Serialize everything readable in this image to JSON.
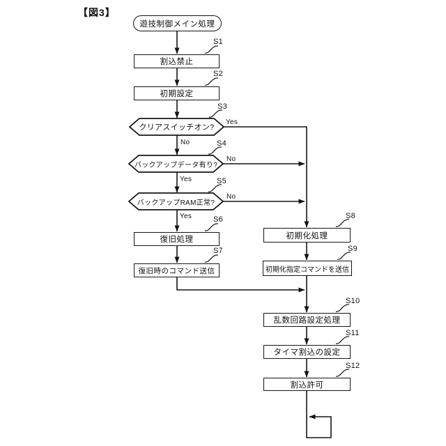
{
  "figure_label": "【図3】",
  "flowchart": {
    "start": "遊技制御メイン処理",
    "steps": {
      "s1": {
        "id": "S1",
        "label": "割込禁止"
      },
      "s2": {
        "id": "S2",
        "label": "初期設定"
      },
      "s3": {
        "id": "S3",
        "label": "クリアスイッチオン?"
      },
      "s4": {
        "id": "S4",
        "label": "バックアップデータ有り?"
      },
      "s5": {
        "id": "S5",
        "label": "バックアップRAM正常?"
      },
      "s6": {
        "id": "S6",
        "label": "復旧処理"
      },
      "s7": {
        "id": "S7",
        "label": "復旧時のコマンド送信"
      },
      "s8": {
        "id": "S8",
        "label": "初期化処理"
      },
      "s9": {
        "id": "S9",
        "label": "初期化指定コマンドを送信"
      },
      "s10": {
        "id": "S10",
        "label": "乱数回路設定処理"
      },
      "s11": {
        "id": "S11",
        "label": "タイマ割込の設定"
      },
      "s12": {
        "id": "S12",
        "label": "割込許可"
      }
    },
    "branches": {
      "s3_yes": "Yes",
      "s3_no": "No",
      "s4_yes": "Yes",
      "s4_no": "No",
      "s5_yes": "Yes",
      "s5_no": "No"
    },
    "line_color": "#141414"
  }
}
